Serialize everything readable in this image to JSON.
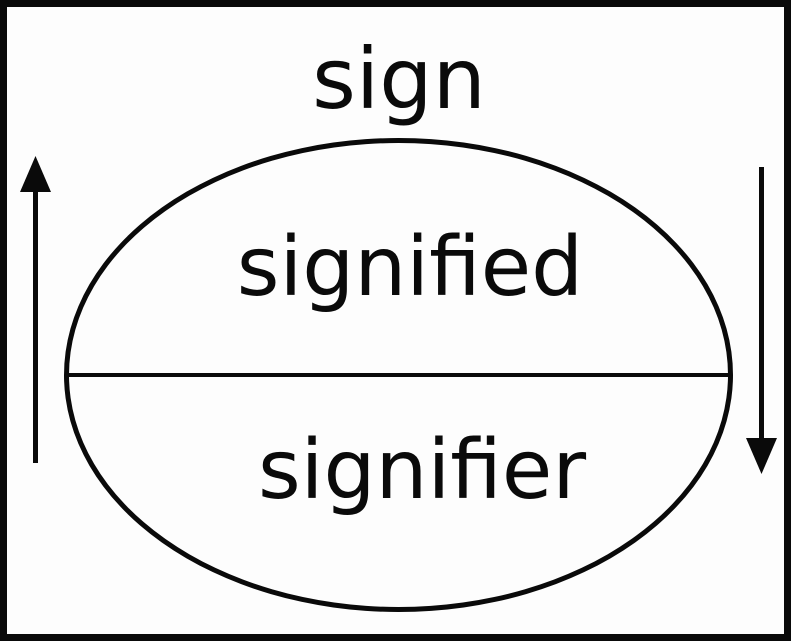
{
  "diagram": {
    "title": "sign",
    "top_label": "signified",
    "bottom_label": "signifier",
    "arrows": [
      {
        "side": "left",
        "direction": "up",
        "icon": "up-arrow-icon"
      },
      {
        "side": "right",
        "direction": "down",
        "icon": "down-arrow-icon"
      }
    ],
    "colors": {
      "stroke": "#0a0a0a",
      "background": "#fdfdfd"
    }
  }
}
